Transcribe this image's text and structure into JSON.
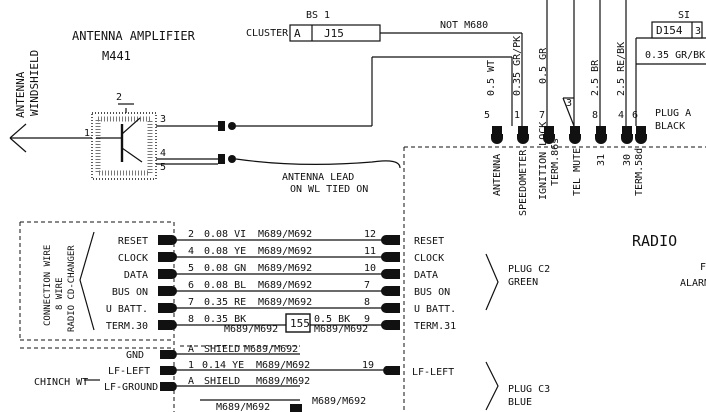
{
  "antenna_windshield": [
    "ANTENNA",
    "WINDSHIELD"
  ],
  "amplifier": {
    "title": "ANTENNA AMPLIFIER",
    "code": "M441",
    "pins": [
      "1",
      "2",
      "3",
      "4",
      "5"
    ]
  },
  "top": {
    "bs": "BS 1",
    "cluster": "CLUSTER",
    "a": "A",
    "j15": "J15",
    "not_m680": "NOT M680",
    "d154": "D154",
    "si": "SI",
    "num3": "3",
    "wire_grpk": "0.35 GR/BK"
  },
  "plug_a": {
    "title": "PLUG A",
    "color": "BLACK"
  },
  "vertical_wires": [
    "0.5 WT",
    "0.35 GR/PK",
    "0.5 GR",
    "2.5 BR",
    "2.5 RE/BK"
  ],
  "top_pins": [
    "5",
    "1",
    "7",
    "3",
    "8",
    "4",
    "6"
  ],
  "pin_labels": [
    "ANTENNA",
    "SPEEDOMETER",
    "IGNITION LOCK\nTERM.86s",
    "TEL MUTE",
    "31",
    "30",
    "TERM.58d"
  ],
  "antenna_lead": [
    "ANTENNA LEAD",
    "ON WL TIED ON"
  ],
  "radio": "RADIO",
  "right_partial": [
    "FI",
    "ALARM"
  ],
  "left_box": [
    "CONNECTION WIRE",
    "8 WIRE",
    "RADIO CD-CHANGER"
  ],
  "changer_rows": [
    {
      "left": "RESET",
      "pin": "2",
      "wire": "0.08 VI",
      "opt": "M689/M692",
      "rpin": "12",
      "right": "RESET"
    },
    {
      "left": "CLOCK",
      "pin": "4",
      "wire": "0.08 YE",
      "opt": "M689/M692",
      "rpin": "11",
      "right": "CLOCK"
    },
    {
      "left": "DATA",
      "pin": "5",
      "wire": "0.08 GN",
      "opt": "M689/M692",
      "rpin": "10",
      "right": "DATA"
    },
    {
      "left": "BUS ON",
      "pin": "6",
      "wire": "0.08 BL",
      "opt": "M689/M692",
      "rpin": "7",
      "right": "BUS ON"
    },
    {
      "left": "U BATT.",
      "pin": "7",
      "wire": "0.35 RE",
      "opt": "M689/M692",
      "rpin": "8",
      "right": "U BATT."
    },
    {
      "left": "TERM.30",
      "pin": "8",
      "wire": "0.35 BK",
      "opt": "0.5 BK",
      "rpin": "9",
      "right": "TERM.31"
    }
  ],
  "row_extra": {
    "m1": "M689/M692",
    "m2": "M689/M692",
    "box155": "155"
  },
  "plug_c2": {
    "title": "PLUG C2",
    "color": "GREEN"
  },
  "lower": {
    "gnd": "GND",
    "lf_left": "LF-LEFT",
    "lf_ground": "LF-GROUND",
    "a1": "A",
    "shield1": "SHIELD",
    "m1": "M689/M692",
    "pin1": "1",
    "wire1": "0.14 YE",
    "m2": "M689/M692",
    "rpin": "19",
    "a2": "A",
    "shield2": "SHIELD",
    "m3": "M689/M692",
    "right_lf": "LF-LEFT",
    "chinch": "CHINCH WT",
    "m4": "M689/M692",
    "m5": "M689/M692"
  },
  "plug_c3": {
    "title": "PLUG C3",
    "color": "BLUE"
  }
}
